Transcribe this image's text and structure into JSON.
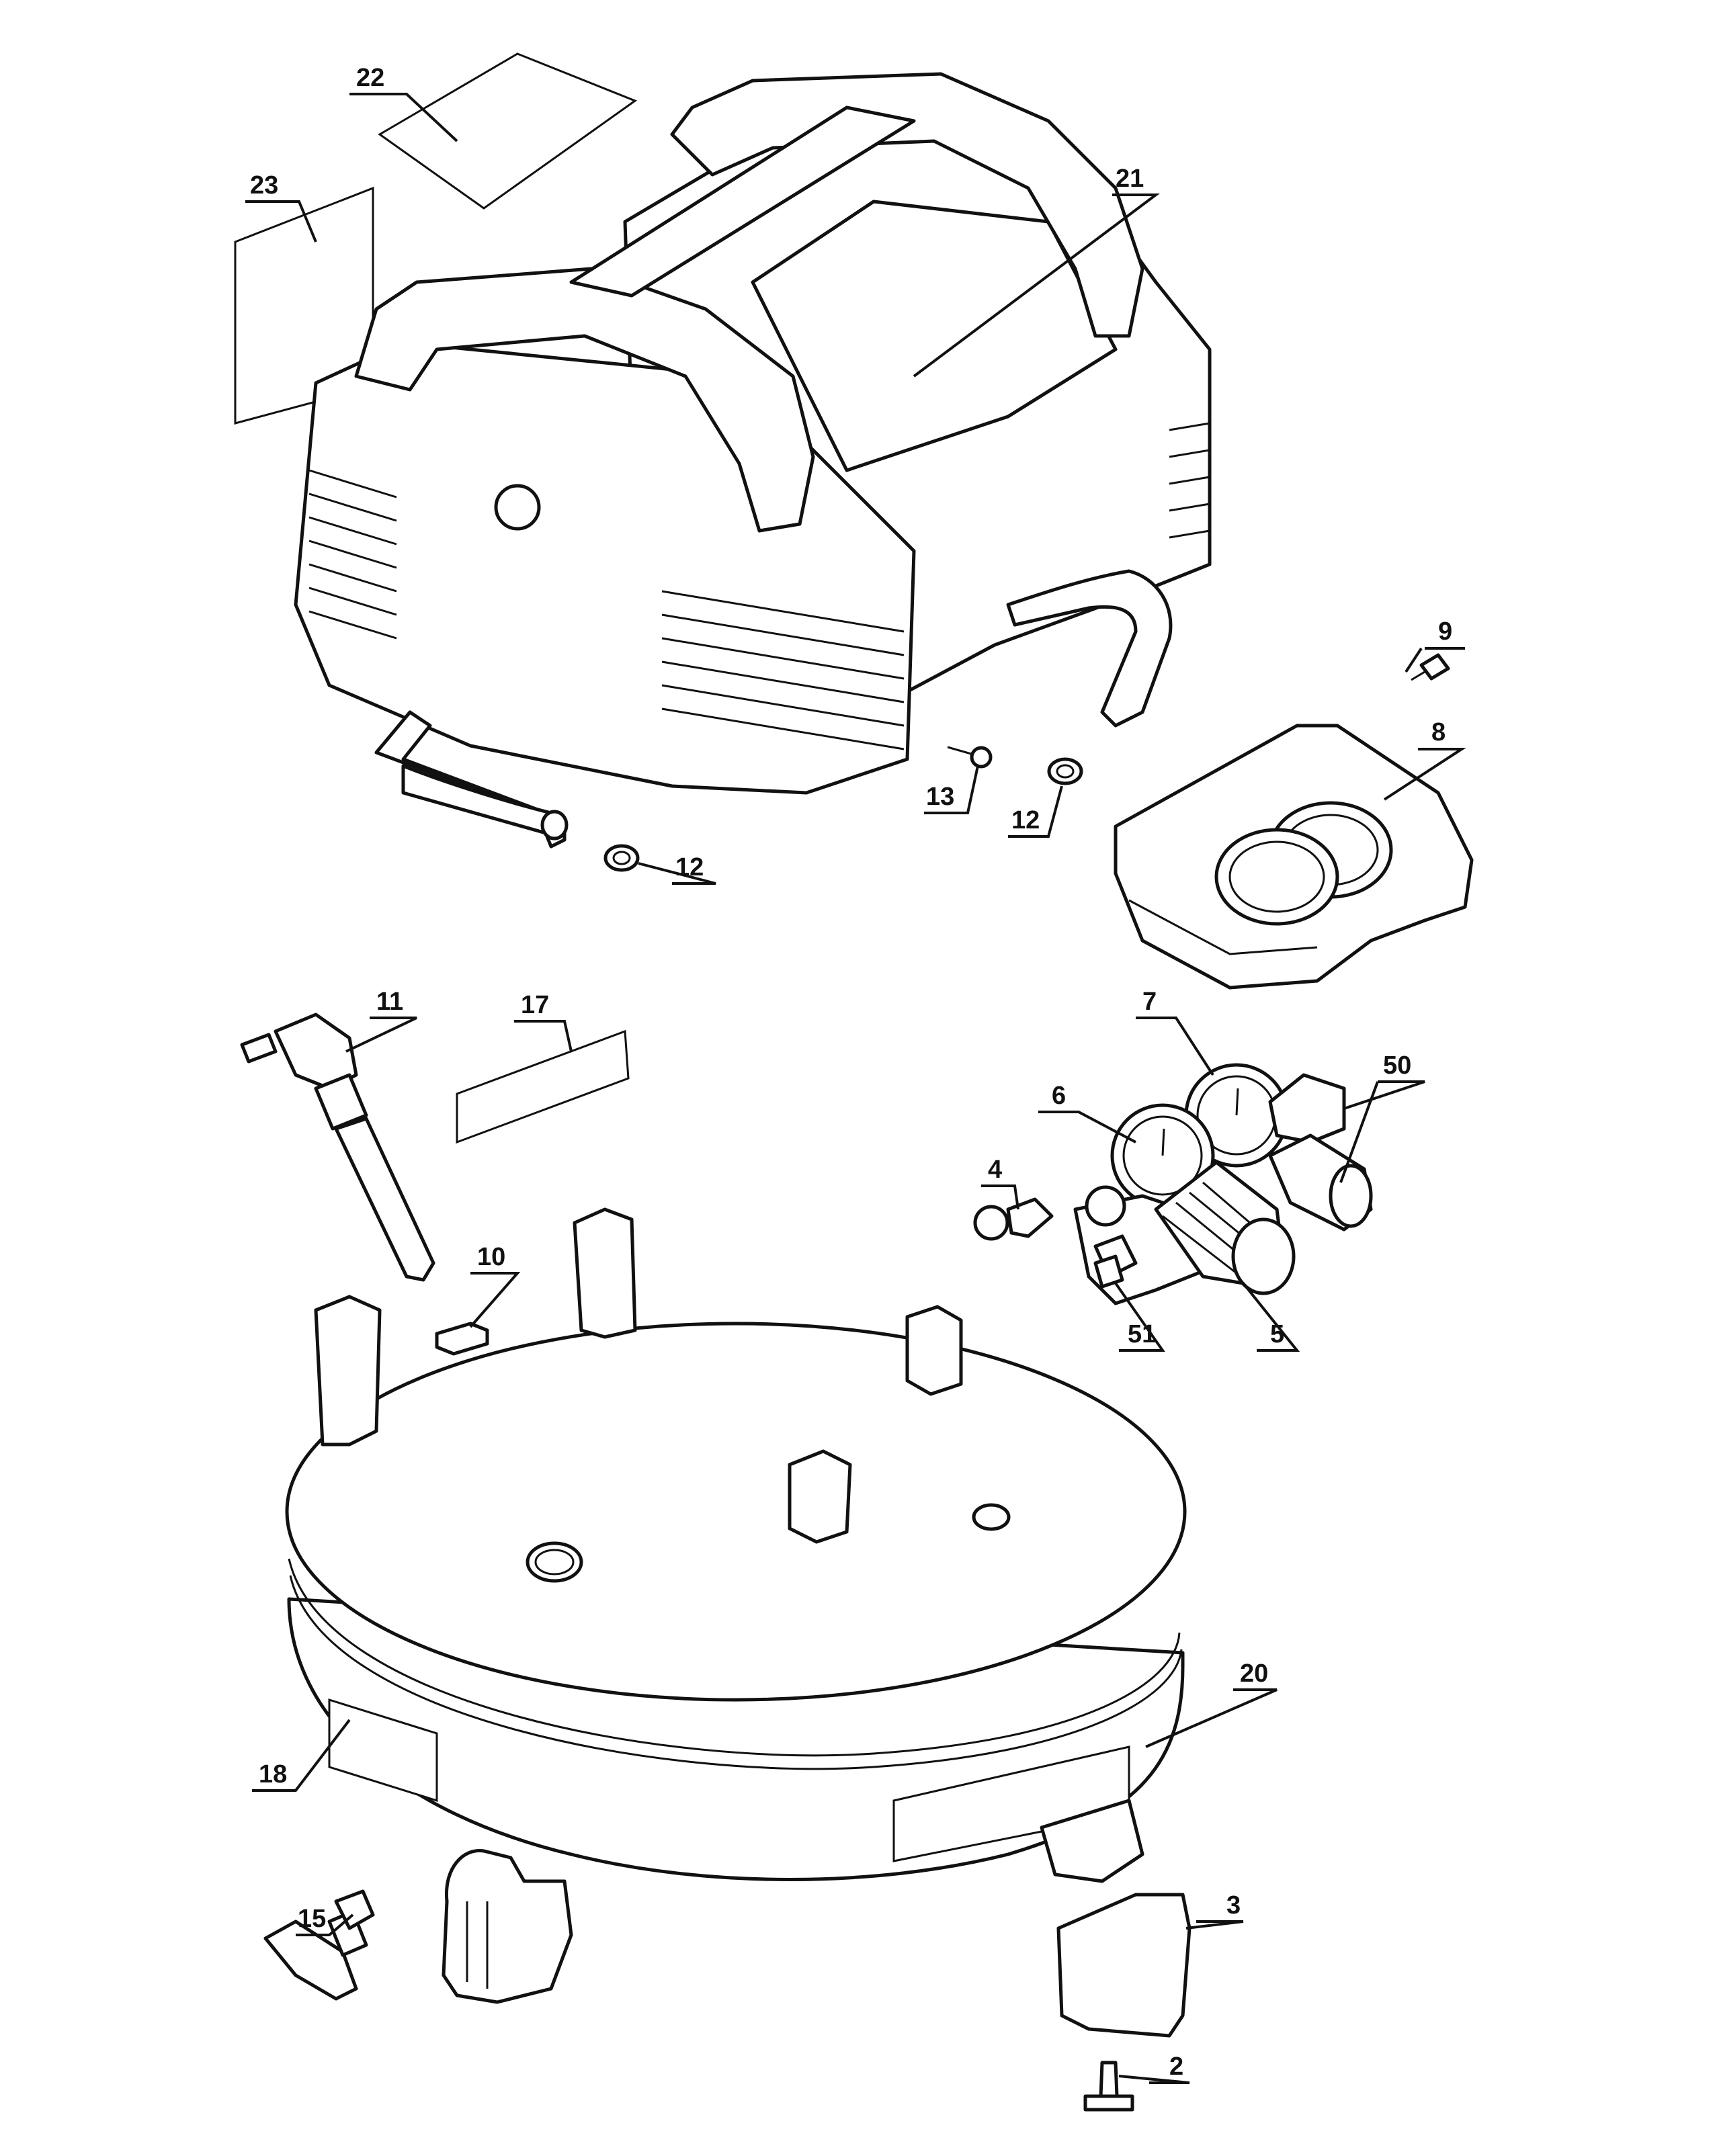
{
  "callouts": [
    {
      "id": "c22",
      "label": "22"
    },
    {
      "id": "c23",
      "label": "23"
    },
    {
      "id": "c21",
      "label": "21"
    },
    {
      "id": "c9",
      "label": "9"
    },
    {
      "id": "c8",
      "label": "8"
    },
    {
      "id": "c13",
      "label": "13"
    },
    {
      "id": "c12a",
      "label": "12"
    },
    {
      "id": "c12b",
      "label": "12"
    },
    {
      "id": "c11",
      "label": "11"
    },
    {
      "id": "c17",
      "label": "17"
    },
    {
      "id": "c7",
      "label": "7"
    },
    {
      "id": "c50",
      "label": "50"
    },
    {
      "id": "c6",
      "label": "6"
    },
    {
      "id": "c4",
      "label": "4"
    },
    {
      "id": "c10",
      "label": "10"
    },
    {
      "id": "c51",
      "label": "51"
    },
    {
      "id": "c5",
      "label": "5"
    },
    {
      "id": "c20",
      "label": "20"
    },
    {
      "id": "c18",
      "label": "18"
    },
    {
      "id": "c15",
      "label": "15"
    },
    {
      "id": "c3",
      "label": "3"
    },
    {
      "id": "c2",
      "label": "2"
    }
  ]
}
